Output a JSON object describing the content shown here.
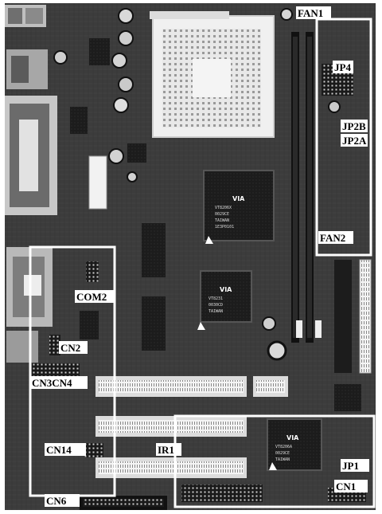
{
  "labels": {
    "fan1": "FAN1",
    "jp4": "JP4",
    "jp2b": "JP2B",
    "jp2a": "JP2A",
    "fan2": "FAN2",
    "com2": "COM2",
    "cn2": "CN2",
    "cn3cn4": "CN3CN4",
    "ir1": "IR1",
    "cn14": "CN14",
    "jp1": "JP1",
    "cn1": "CN1",
    "cn6": "CN6"
  },
  "chips": {
    "north_bridge": {
      "brand": "VIA",
      "lines": [
        "VT8206X",
        "0029CE",
        "TAIWAN",
        "1E3P0101"
      ]
    },
    "south_bridge": {
      "brand": "VIA",
      "lines": [
        "VT8231",
        "0030CD",
        "TAIWAN"
      ]
    },
    "io_chip": {
      "brand": "VIA",
      "lines": [
        "VT8206A",
        "0029CE",
        "TAIWAN"
      ]
    }
  },
  "colors": {
    "board": "#3a3a3a",
    "board_dark": "#222222",
    "highlight_box": "#ffffff",
    "label_text": "#000000"
  }
}
